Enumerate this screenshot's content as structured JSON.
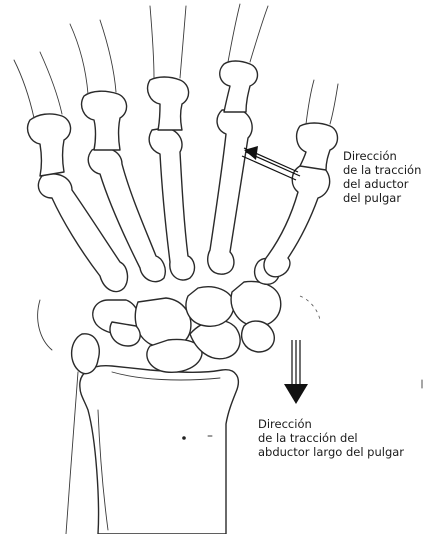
{
  "labels": {
    "thumb_adductor": {
      "lines": [
        "Dirección",
        "de la tracción",
        "del aductor",
        "del pulgar"
      ]
    },
    "long_abductor": {
      "lines": [
        "Dirección",
        "de la tracción del",
        "abductor largo del pulgar"
      ]
    }
  },
  "colors": {
    "line": "#2a2a2a",
    "background": "#ffffff"
  }
}
